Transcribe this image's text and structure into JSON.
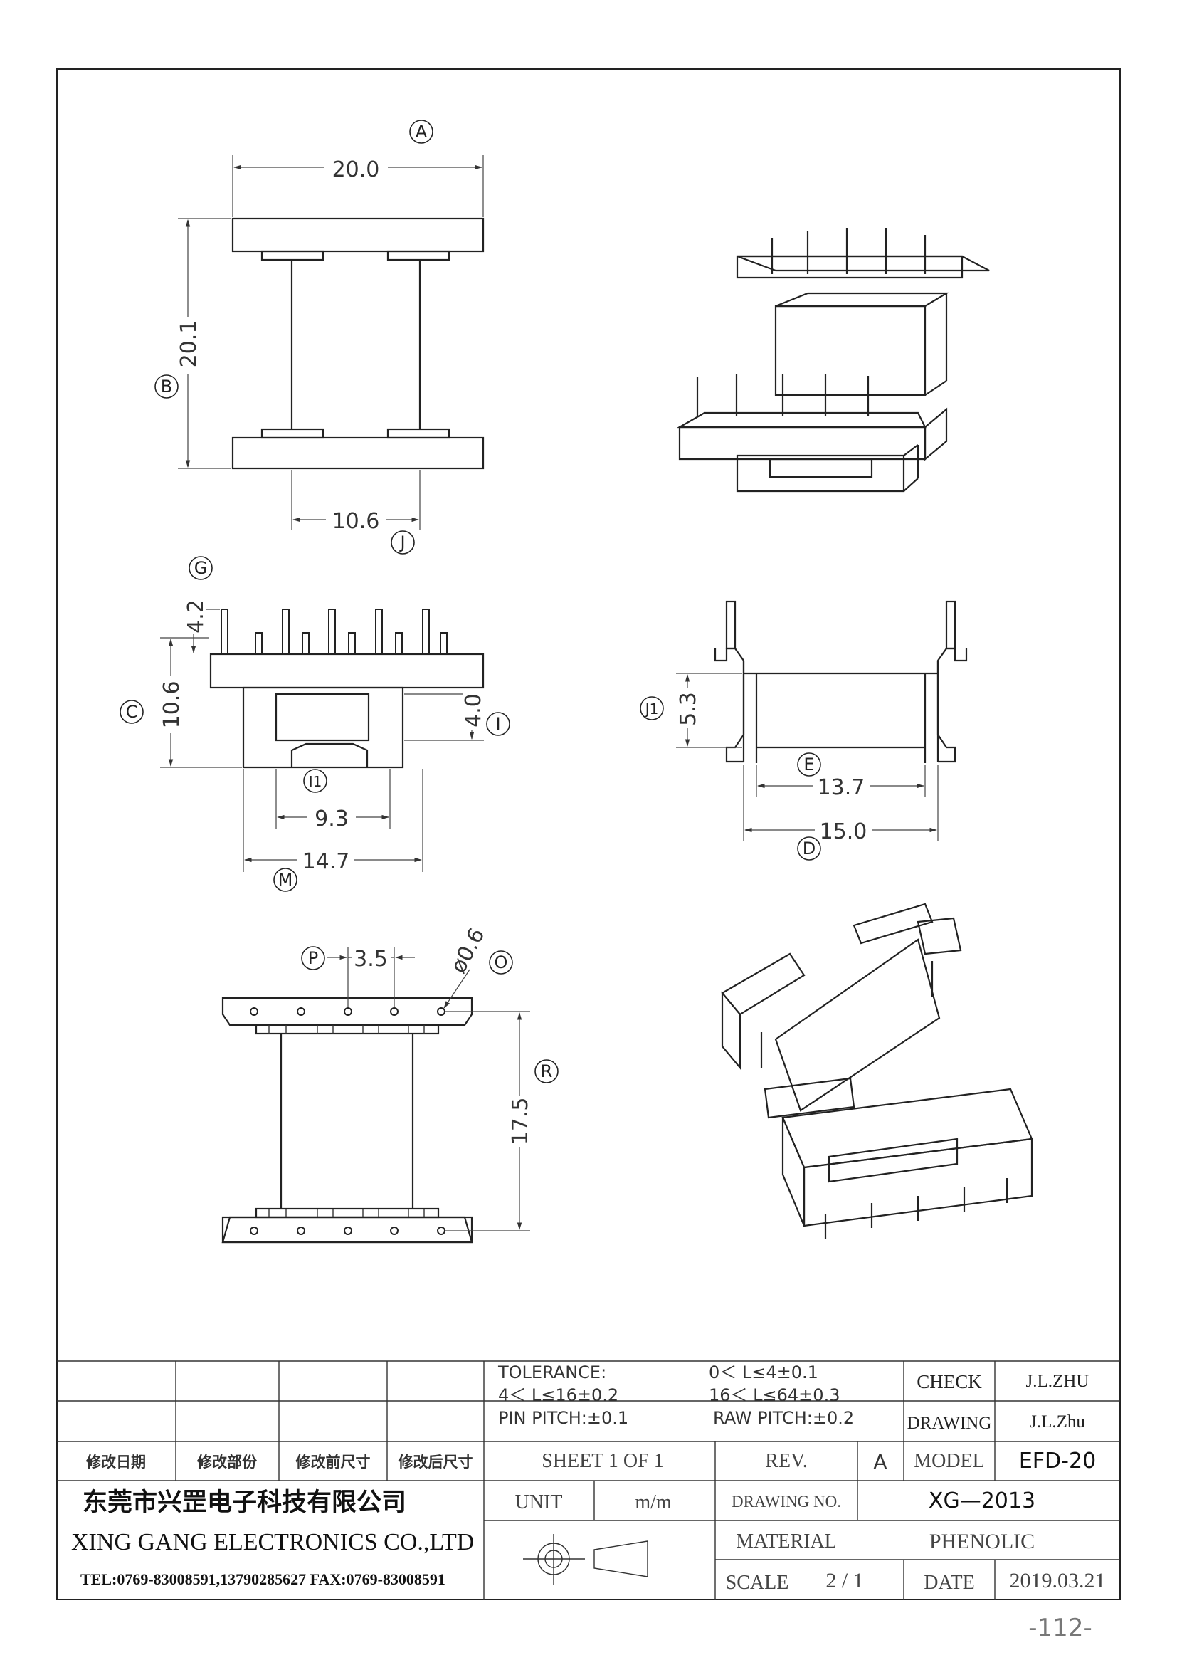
{
  "callouts": {
    "A": "A",
    "B": "B",
    "J": "J",
    "G": "G",
    "C": "C",
    "I": "I",
    "I1": "I1",
    "M": "M",
    "J1": "J1",
    "E": "E",
    "D": "D",
    "P": "P",
    "O": "O",
    "R": "R"
  },
  "dimensions": {
    "A_width": "20.0",
    "B_height": "20.1",
    "J_width": "10.6",
    "G_pin_height": "4.2",
    "C_height": "10.6",
    "I_height": "4.0",
    "I1_width": "9.3",
    "M_width": "14.7",
    "J1_height": "5.3",
    "E_width": "13.7",
    "D_width": "15.0",
    "P_pitch": "3.5",
    "O_pin_dia": "ø0.6",
    "R_pin_span": "17.5"
  },
  "title_block": {
    "tolerance_label": "TOLERANCE:",
    "tol_1": "0＜ L≤4±0.1",
    "tol_2": "4＜ L≤16±0.2",
    "tol_3": "16＜ L≤64±0.3",
    "pin_pitch": "PIN PITCH:±0.1",
    "raw_pitch": "RAW PITCH:±0.2",
    "check_label": "CHECK",
    "check_value": "J.L.ZHU",
    "drawing_label": "DRAWING",
    "drawing_value": "J.L.Zhu",
    "rev_date_label": "修改日期",
    "rev_part_label": "修改部份",
    "rev_before_label": "修改前尺寸",
    "rev_after_label": "修改后尺寸",
    "sheet": "SHEET  1  OF  1",
    "rev_label": "REV.",
    "rev_value": "A",
    "model_label": "MODEL",
    "model_value": "EFD-20",
    "company_cn": "东莞市兴罡电子科技有限公司",
    "company_en": "XING GANG  ELECTRONICS CO.,LTD",
    "contact": "TEL:0769-83008591,13790285627 FAX:0769-83008591",
    "unit_label": "UNIT",
    "unit_value": "m/m",
    "drawing_no_label": "DRAWING  NO.",
    "drawing_no_value": "XG—2013",
    "material_label": "MATERIAL",
    "material_value": "PHENOLIC",
    "scale_label": "SCALE",
    "scale_value": "2  /  1",
    "date_label": "DATE",
    "date_value": "2019.03.21"
  },
  "page_number": "-112-"
}
